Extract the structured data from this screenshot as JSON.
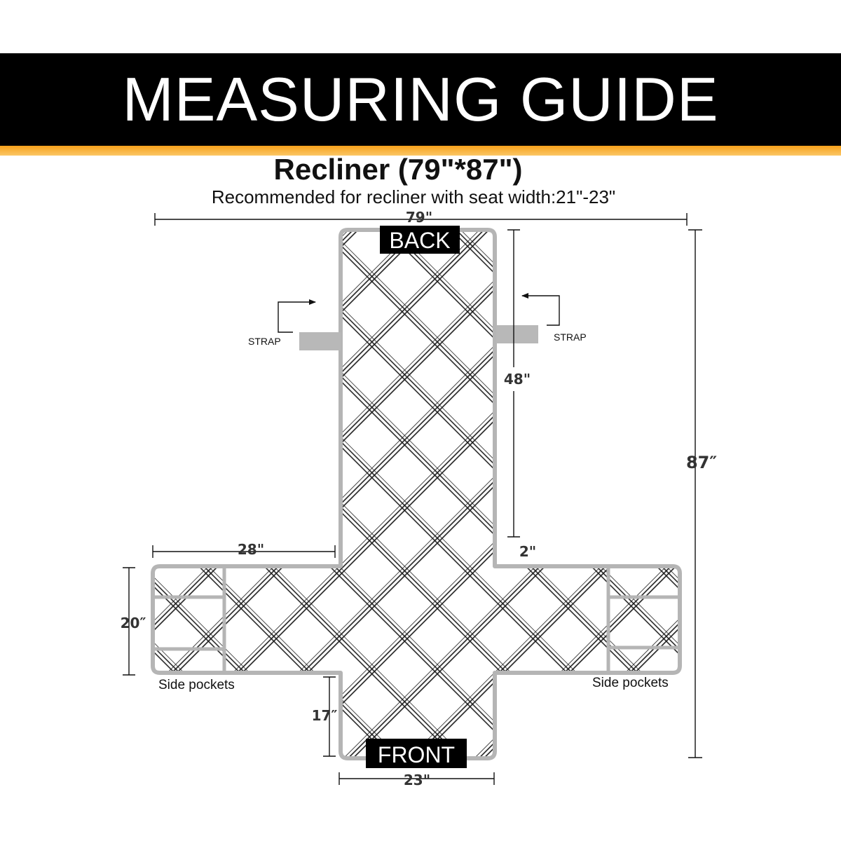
{
  "header": {
    "title": "MEASURING GUIDE"
  },
  "product": {
    "title": "Recliner (79\"*87\")",
    "recommendation": "Recommended for recliner with seat width:21\"-23\""
  },
  "labels": {
    "back": "BACK",
    "front": "FRONT",
    "strap_left": "STRAP",
    "strap_right": "STRAP",
    "pockets_left": "Side pockets",
    "pockets_right": "Side pockets"
  },
  "dimensions": {
    "total_width": "79\"",
    "total_length": "87″",
    "back_length": "48\"",
    "gap": "2\"",
    "arm_width": "28\"",
    "arm_depth": "20″",
    "front_length": "17″",
    "seat_width": "23\""
  },
  "colors": {
    "header_bg": "#000000",
    "accent_stripe": "#f7a21b",
    "cover_outline": "#b5b5b5",
    "strap": "#b8b8b8",
    "quilt_lines": "#1a1a1a"
  }
}
